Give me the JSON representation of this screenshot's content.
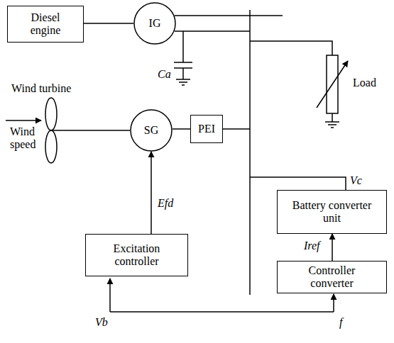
{
  "diagram": {
    "nodes": [
      {
        "text": [
          "Diesel engine"
        ]
      },
      {
        "text": [
          "IG"
        ]
      },
      {
        "text": [
          "SG"
        ]
      },
      {
        "text": [
          "PEI"
        ]
      },
      {
        "text": [
          "Battery converter unit"
        ]
      },
      {
        "text": [
          "Controller converter"
        ]
      },
      {
        "text": [
          "Excitation controller"
        ]
      }
    ],
    "edges": [
      {
        "from": 0,
        "to": 1,
        "arrow": "none"
      },
      {
        "from": 2,
        "to": 3,
        "arrow": "none"
      },
      {
        "from": 6,
        "to": 2,
        "arrow": "to"
      },
      {
        "from": 5,
        "to": 4,
        "arrow": "to"
      }
    ],
    "labels": [
      "Wind turbine",
      "Wind speed",
      "Ca",
      "Load",
      "Vc",
      "Efd",
      "Iref",
      "Vb",
      "f"
    ]
  }
}
